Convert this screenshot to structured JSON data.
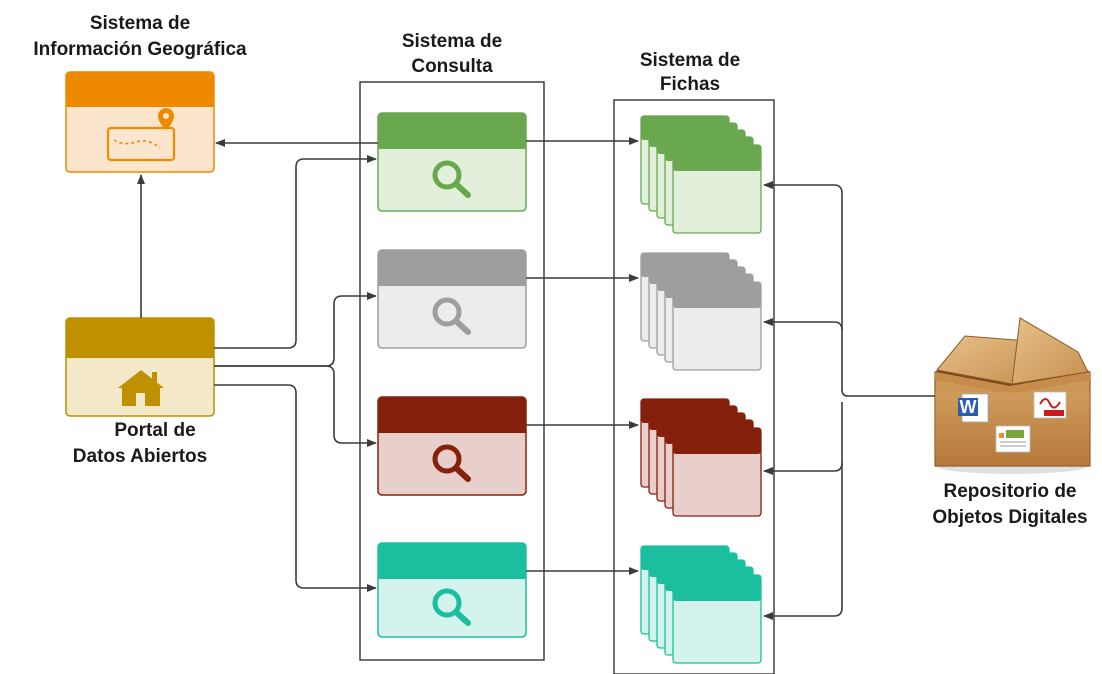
{
  "labels": {
    "sig_line1": "Sistema de",
    "sig_line2": "Información Geográfica",
    "consulta_line1": "Sistema de",
    "consulta_line2": "Consulta",
    "fichas_line1": "Sistema de",
    "fichas_line2": "Fichas",
    "portal_line1": "Portal de",
    "portal_line2": "Datos Abiertos",
    "repo_line1": "Repositorio de",
    "repo_line2": "Objetos Digitales"
  },
  "colors": {
    "sig_header": "#ef8a00",
    "sig_body": "#fce5cd",
    "portal_header": "#bf9000",
    "portal_body": "#f3e9c9",
    "green_header": "#6aa84f",
    "green_body": "#e2efda",
    "gray_header": "#9e9e9e",
    "gray_body": "#ececec",
    "red_header": "#85200c",
    "red_body": "#e8cfcb",
    "teal_header": "#1bbfa0",
    "teal_body": "#d4f3ec",
    "edge": "#3b3b3b"
  },
  "consulta_panels": [
    {
      "name": "green",
      "icon": "search-icon"
    },
    {
      "name": "gray",
      "icon": "search-icon"
    },
    {
      "name": "red",
      "icon": "search-icon"
    },
    {
      "name": "teal",
      "icon": "search-icon"
    }
  ],
  "fichas_stacks": [
    {
      "name": "green"
    },
    {
      "name": "gray"
    },
    {
      "name": "red"
    },
    {
      "name": "teal"
    }
  ],
  "icons": {
    "sig": "map-pin-icon",
    "portal": "house-icon",
    "repo": "cardboard-box-icon"
  },
  "repo_doc_tags": {
    "word": "W"
  }
}
